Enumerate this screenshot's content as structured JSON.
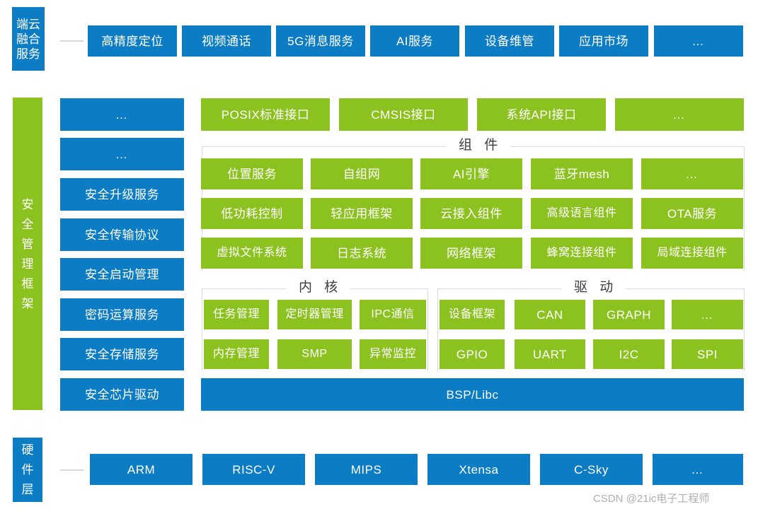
{
  "palette": {
    "blue": "#0c7cc4",
    "green": "#8cc220",
    "frame_border": "#d9d9d9",
    "connector": "#d8d8d8",
    "watermark": "#b0b0b0"
  },
  "layers": {
    "cloud_edge": {
      "label_lines": [
        "端云",
        "融合",
        "服务"
      ],
      "items": [
        {
          "label": "高精度定位"
        },
        {
          "label": "视频通话"
        },
        {
          "label": "5G消息服务"
        },
        {
          "label": "AI服务"
        },
        {
          "label": "设备维管"
        },
        {
          "label": "应用市场"
        },
        {
          "label": "…"
        }
      ]
    },
    "security": {
      "label_lines": [
        "安",
        "全",
        "管",
        "理",
        "框",
        "架"
      ],
      "items": [
        {
          "label": "…"
        },
        {
          "label": "…"
        },
        {
          "label": "安全升级服务"
        },
        {
          "label": "安全传输协议"
        },
        {
          "label": "安全启动管理"
        },
        {
          "label": "密码运算服务"
        },
        {
          "label": "安全存储服务"
        },
        {
          "label": "安全芯片驱动"
        }
      ]
    },
    "api": {
      "items": [
        {
          "label": "POSIX标准接口"
        },
        {
          "label": "CMSIS接口"
        },
        {
          "label": "系统API接口"
        },
        {
          "label": "…"
        }
      ]
    },
    "components": {
      "title": "组 件",
      "rows": [
        [
          "位置服务",
          "自组网",
          "AI引擎",
          "蓝牙mesh",
          "…"
        ],
        [
          "低功耗控制",
          "轻应用框架",
          "云接入组件",
          "高级语言组件",
          "OTA服务"
        ],
        [
          "虚拟文件系统",
          "日志系统",
          "网络框架",
          "蜂窝连接组件",
          "局域连接组件"
        ]
      ]
    },
    "kernel": {
      "title": "内 核",
      "rows": [
        [
          "任务管理",
          "定时器管理",
          "IPC通信"
        ],
        [
          "内存管理",
          "SMP",
          "异常监控"
        ]
      ]
    },
    "driver": {
      "title": "驱 动",
      "rows": [
        [
          "设备框架",
          "CAN",
          "GRAPH",
          "…"
        ],
        [
          "GPIO",
          "UART",
          "I2C",
          "SPI"
        ]
      ]
    },
    "bsp": {
      "label": "BSP/Libc"
    },
    "hardware": {
      "label_lines": [
        "硬",
        "件",
        "层"
      ],
      "items": [
        {
          "label": "ARM"
        },
        {
          "label": "RISC-V"
        },
        {
          "label": "MIPS"
        },
        {
          "label": "Xtensa"
        },
        {
          "label": "C-Sky"
        },
        {
          "label": "…"
        }
      ]
    }
  },
  "watermark": {
    "text": "CSDN @21ic电子工程师"
  }
}
